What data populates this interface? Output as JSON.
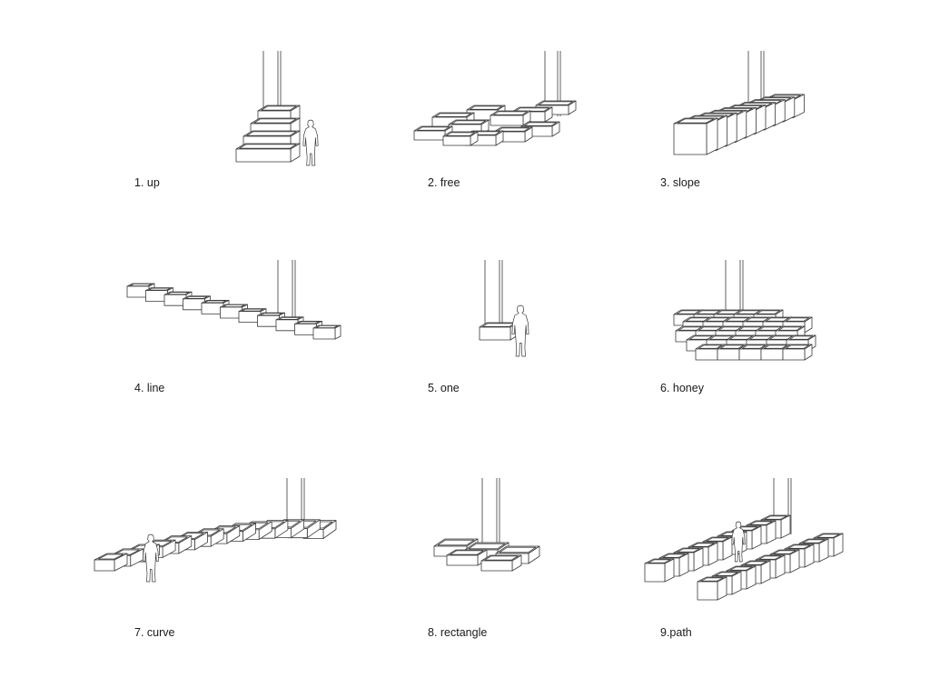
{
  "panels": [
    {
      "id": "up",
      "label": "1. up"
    },
    {
      "id": "free",
      "label": "2. free"
    },
    {
      "id": "slope",
      "label": "3. slope"
    },
    {
      "id": "line",
      "label": "4. line"
    },
    {
      "id": "one",
      "label": "5. one"
    },
    {
      "id": "honey",
      "label": "6. honey"
    },
    {
      "id": "curve",
      "label": "7. curve"
    },
    {
      "id": "rectangle",
      "label": "8. rectangle"
    },
    {
      "id": "path",
      "label": "9.path"
    }
  ]
}
